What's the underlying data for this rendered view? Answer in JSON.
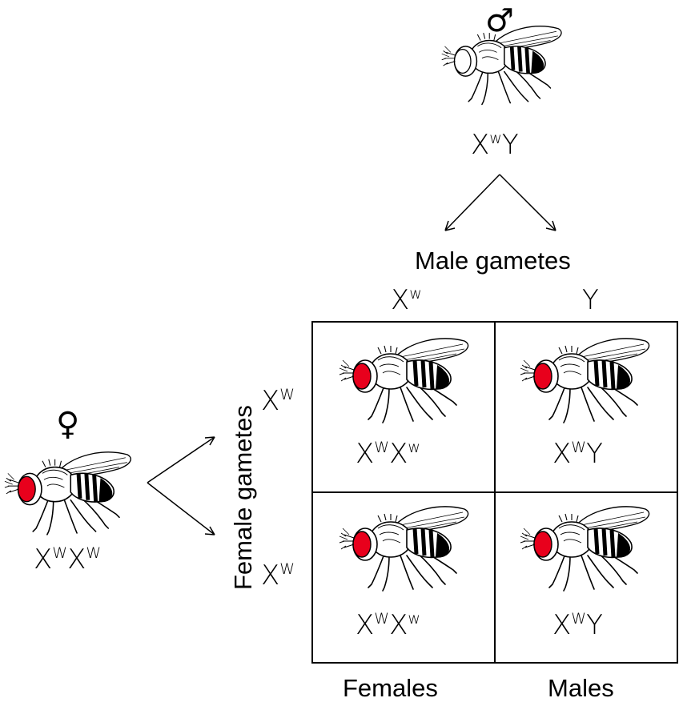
{
  "male_parent": {
    "symbol": "♂",
    "genotype": {
      "base": "X",
      "allele": "w",
      "rest": "Y"
    }
  },
  "female_parent": {
    "symbol": "♀",
    "genotype": {
      "base1": "X",
      "allele1": "W",
      "base2": "X",
      "allele2": "W"
    }
  },
  "labels": {
    "male_gametes": "Male gametes",
    "female_gametes": "Female gametes",
    "females": "Females",
    "males": "Males"
  },
  "gametes": {
    "male": [
      {
        "base": "X",
        "allele": "w"
      },
      {
        "base": "Y",
        "allele": ""
      }
    ],
    "female": [
      {
        "base": "X",
        "allele": "W"
      },
      {
        "base": "X",
        "allele": "W"
      }
    ]
  },
  "punnett": [
    {
      "base1": "X",
      "allele1": "W",
      "base2": "X",
      "allele2": "w"
    },
    {
      "base1": "X",
      "allele1": "W",
      "base2": "Y",
      "allele2": ""
    },
    {
      "base1": "X",
      "allele1": "W",
      "base2": "X",
      "allele2": "w"
    },
    {
      "base1": "X",
      "allele1": "W",
      "base2": "Y",
      "allele2": ""
    }
  ],
  "colors": {
    "red_eye": "#e8001c",
    "white_eye": "#ffffff",
    "line": "#000000"
  },
  "icons": {
    "fly": "fruit-fly-icon"
  }
}
